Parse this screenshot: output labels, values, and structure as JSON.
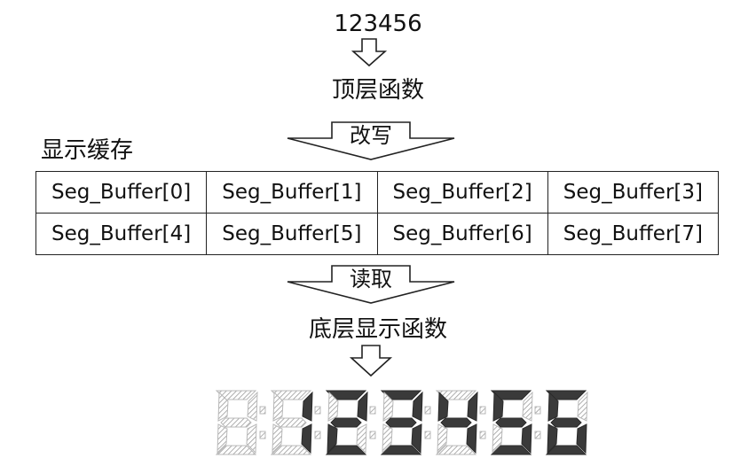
{
  "top_number": "123456",
  "top_function_label": "顶层函数",
  "write_label": "改写",
  "buffer_label": "显示缓存",
  "buffer_rows": [
    [
      "Seg_Buffer[0]",
      "Seg_Buffer[1]",
      "Seg_Buffer[2]",
      "Seg_Buffer[3]"
    ],
    [
      "Seg_Buffer[4]",
      "Seg_Buffer[5]",
      "Seg_Buffer[6]",
      "Seg_Buffer[7]"
    ]
  ],
  "read_label": "读取",
  "bottom_function_label": "底层显示函数",
  "display": {
    "digits": [
      "",
      "1",
      "2",
      "3",
      "4",
      "5",
      "6"
    ]
  }
}
